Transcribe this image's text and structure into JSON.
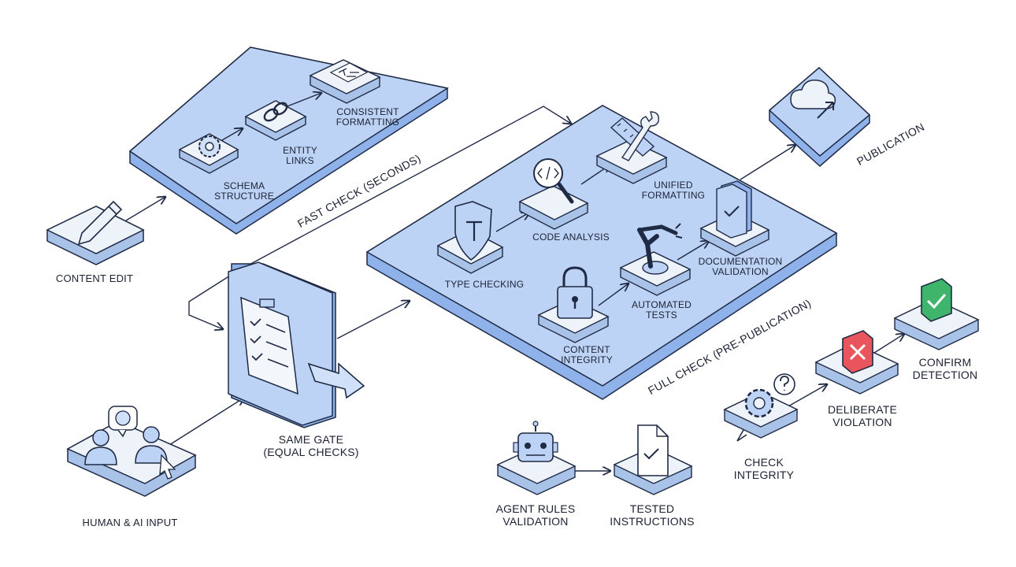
{
  "labels": {
    "content_edit": "CONTENT EDIT",
    "schema_structure": "SCHEMA\nSTRUCTURE",
    "entity_links": "ENTITY\nLINKS",
    "consistent_formatting": "CONSISTENT\nFORMATTING",
    "fast_check": "FAST CHECK (SECONDS)",
    "publication": "PUBLICATION",
    "same_gate": "SAME GATE\n(EQUAL CHECKS)",
    "human_ai_input": "HUMAN & AI INPUT",
    "type_checking": "TYPE CHECKING",
    "code_analysis": "CODE ANALYSIS",
    "unified_formatting": "UNIFIED\nFORMATTING",
    "automated_tests": "AUTOMATED\nTESTS",
    "documentation_validation": "DOCUMENTATION\nVALIDATION",
    "content_integrity": "CONTENT\nINTEGRITY",
    "full_check": "FULL CHECK (PRE-PUBLICATION)",
    "agent_rules_validation": "AGENT RULES\nVALIDATION",
    "tested_instructions": "TESTED\nINSTRUCTIONS",
    "check_integrity": "CHECK\nINTEGRITY",
    "deliberate_violation": "DELIBERATE\nVIOLATION",
    "confirm_detection": "CONFIRM\nDETECTION"
  },
  "icons": {
    "content_edit": "pencil-icon",
    "schema_structure": "gear-icon",
    "entity_links": "chain-link-icon",
    "consistent_formatting": "text-document-icon",
    "publication": "cloud-upload-icon",
    "same_gate": "clipboard-checklist-icon",
    "human_ai_input": "people-brain-icon",
    "type_checking": "shield-t-icon",
    "code_analysis": "magnifier-code-icon",
    "unified_formatting": "ruler-wrench-icon",
    "automated_tests": "robot-arm-icon",
    "documentation_validation": "document-check-icon",
    "content_integrity": "padlock-icon",
    "agent_rules_validation": "robot-icon",
    "tested_instructions": "file-check-icon",
    "check_integrity": "gear-question-icon",
    "deliberate_violation": "red-x-icon",
    "confirm_detection": "green-check-icon"
  },
  "colors": {
    "platform_fill": "#bdd3f6",
    "platform_side": "#8fb2ea",
    "tile_top": "#eef2f9",
    "tile_side": "#a9c2e8",
    "outline": "#1f2a44",
    "violation_red": "#e9555c",
    "confirm_green": "#3fb56b"
  }
}
